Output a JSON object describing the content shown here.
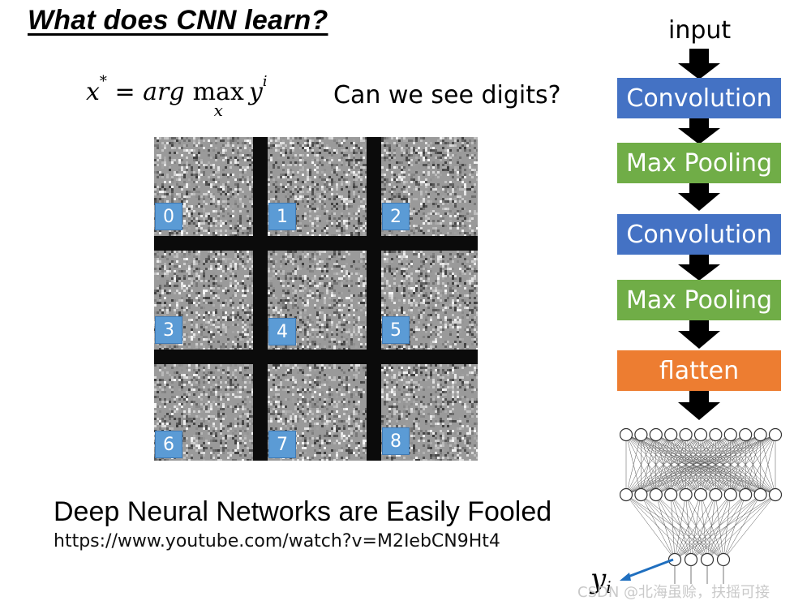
{
  "slide": {
    "title": "What does CNN learn?",
    "formula": {
      "lhs": "x",
      "lhs_sup": "*",
      "eq": " = ",
      "arg": "arg",
      "max": "max",
      "max_sub": "x",
      "y": "y",
      "y_sup": "i"
    },
    "question": "Can we see digits?",
    "digits": [
      "0",
      "1",
      "2",
      "3",
      "4",
      "5",
      "6",
      "7",
      "8"
    ],
    "headline": "Deep Neural Networks are Easily Fooled",
    "link": "https://www.youtube.com/watch?v=M2IebCN9Ht4"
  },
  "pipeline": {
    "input_label": "input",
    "blocks": [
      {
        "label": "Convolution",
        "kind": "conv",
        "color": "#4472c4"
      },
      {
        "label": "Max Pooling",
        "kind": "pool",
        "color": "#70ad47"
      },
      {
        "label": "Convolution",
        "kind": "conv",
        "color": "#4472c4"
      },
      {
        "label": "Max Pooling",
        "kind": "pool",
        "color": "#70ad47"
      },
      {
        "label": "flatten",
        "kind": "flat",
        "color": "#ed7d31"
      }
    ],
    "output_label": "y",
    "output_sub": "i"
  },
  "watermark": "CSDN @北海虽赊，扶摇可接"
}
